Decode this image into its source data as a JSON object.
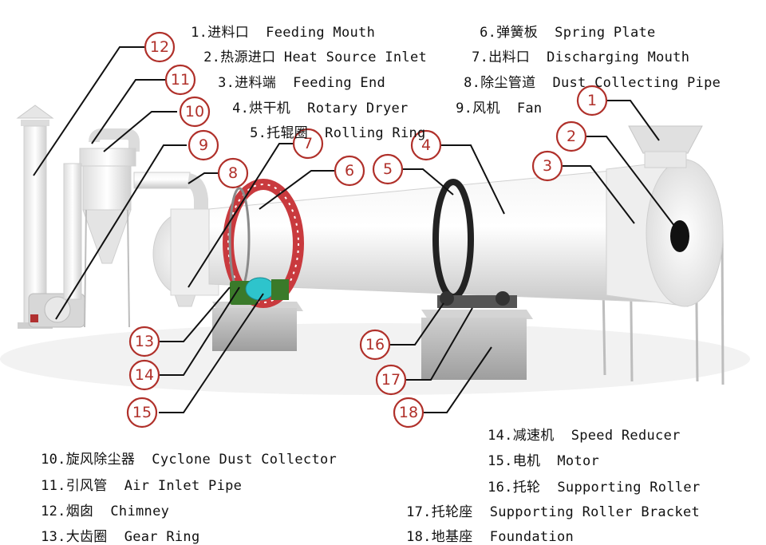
{
  "colors": {
    "badge": "#b0302a",
    "gear_ring": "#c93a3e",
    "motor": "#2ec4cc",
    "reducer": "#3a7a2a",
    "body": "#ececec",
    "foundation": "#bdbdbd"
  },
  "labels": [
    {
      "n": "1",
      "zh": "进料口",
      "en": "Feeding Mouth"
    },
    {
      "n": "2",
      "zh": "热源进口",
      "en": "Heat Source Inlet"
    },
    {
      "n": "3",
      "zh": "进料端",
      "en": "Feeding End"
    },
    {
      "n": "4",
      "zh": "烘干机",
      "en": "Rotary Dryer"
    },
    {
      "n": "5",
      "zh": "托辊圈",
      "en": "Rolling Ring"
    },
    {
      "n": "6",
      "zh": "弹簧板",
      "en": "Spring Plate"
    },
    {
      "n": "7",
      "zh": "出料口",
      "en": "Discharging Mouth"
    },
    {
      "n": "8",
      "zh": "除尘管道",
      "en": "Dust Collecting Pipe"
    },
    {
      "n": "9",
      "zh": "风机",
      "en": "Fan"
    },
    {
      "n": "10",
      "zh": "旋风除尘器",
      "en": "Cyclone Dust Collector"
    },
    {
      "n": "11",
      "zh": "引风管",
      "en": "Air Inlet Pipe"
    },
    {
      "n": "12",
      "zh": "烟囱",
      "en": "Chimney"
    },
    {
      "n": "13",
      "zh": "大齿圈",
      "en": "Gear Ring"
    },
    {
      "n": "14",
      "zh": "减速机",
      "en": "Speed Reducer"
    },
    {
      "n": "15",
      "zh": "电机",
      "en": "Motor"
    },
    {
      "n": "16",
      "zh": "托轮",
      "en": "Supporting Roller"
    },
    {
      "n": "17",
      "zh": "托轮座",
      "en": "Supporting Roller Bracket"
    },
    {
      "n": "18",
      "zh": "地基座",
      "en": "Foundation"
    }
  ]
}
